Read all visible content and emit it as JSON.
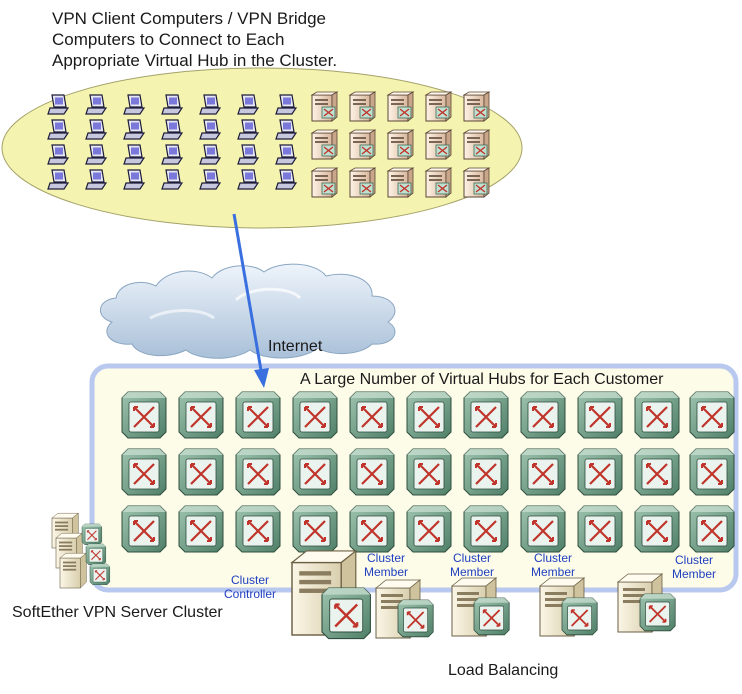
{
  "title_lines": [
    "VPN Client Computers / VPN Bridge",
    "Computers to Connect to Each",
    "Appropriate Virtual Hub in the Cluster."
  ],
  "internet_label": "Internet",
  "hubs_label": "A Large Number of Virtual Hubs for Each Customer",
  "cluster_label": "SoftEther VPN Server Cluster",
  "load_balancing_label": "Load Balancing",
  "controller_label": [
    "Cluster",
    "Controller"
  ],
  "member_label": [
    "Cluster",
    "Member"
  ],
  "colors": {
    "ellipse_fill": "#f5f3b0",
    "cluster_border": "#b9c8ee",
    "cluster_fill": "#fdfce9",
    "arrow": "#3a6fe0",
    "hub_fill": "#6f9d86",
    "hub_arrows": "#c0342b",
    "role_text": "#1f3fbf"
  },
  "icons": {
    "client": "laptop-icon",
    "bridge": "server-computer-icon",
    "hub": "virtual-hub-icon",
    "server": "vpn-server-icon",
    "cloud": "cloud-icon"
  }
}
